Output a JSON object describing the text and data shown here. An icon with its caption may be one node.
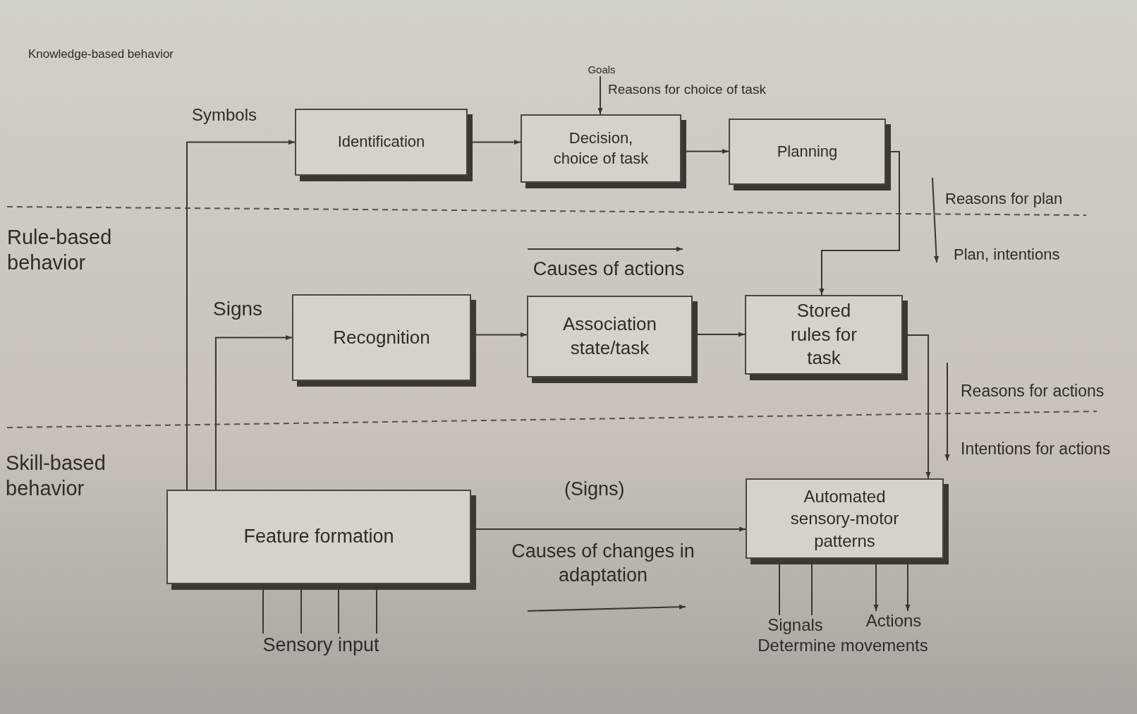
{
  "diagram": {
    "nodes": [
      {
        "text": [
          "Identification"
        ]
      },
      {
        "text": [
          "Decision, choice of task"
        ]
      },
      {
        "text": [
          "Planning"
        ]
      },
      {
        "text": [
          "Recognition"
        ]
      },
      {
        "text": [
          "Association state/task"
        ]
      },
      {
        "text": [
          "Stored rules for task"
        ]
      },
      {
        "text": [
          "Feature formation"
        ]
      },
      {
        "text": [
          "Automated sensory-motor patterns"
        ]
      },
      {
        "text": [
          "Goals"
        ]
      },
      {
        "text": [
          "Sensory input"
        ]
      },
      {
        "text": [
          "Signals"
        ]
      },
      {
        "text": [
          "Actions"
        ]
      }
    ],
    "edges": [
      {
        "from": 6,
        "to": 0,
        "arrow": "to",
        "label": "Symbols"
      },
      {
        "from": 6,
        "to": 3,
        "arrow": "to",
        "label": "Signs"
      },
      {
        "from": 0,
        "to": 1,
        "arrow": "to"
      },
      {
        "from": 1,
        "to": 2,
        "arrow": "to"
      },
      {
        "from": 3,
        "to": 4,
        "arrow": "to"
      },
      {
        "from": 4,
        "to": 5,
        "arrow": "to"
      },
      {
        "from": 2,
        "to": 5,
        "arrow": "to"
      },
      {
        "from": 5,
        "to": 7,
        "arrow": "to"
      },
      {
        "from": 6,
        "to": 7,
        "arrow": "to",
        "label": "(Signs)"
      },
      {
        "from": 8,
        "to": 1,
        "arrow": "to"
      },
      {
        "from": 9,
        "to": 6,
        "arrow": "none"
      },
      {
        "from": 9,
        "to": 6,
        "arrow": "none"
      },
      {
        "from": 9,
        "to": 6,
        "arrow": "none"
      },
      {
        "from": 9,
        "to": 6,
        "arrow": "none"
      },
      {
        "from": 10,
        "to": 7,
        "arrow": "none"
      },
      {
        "from": 10,
        "to": 7,
        "arrow": "none"
      },
      {
        "from": 7,
        "to": 11,
        "arrow": "to"
      },
      {
        "from": 7,
        "to": 11,
        "arrow": "to"
      }
    ],
    "labels": [
      "Knowledge-based behavior",
      "Reasons for choice of task",
      "Rule-based behavior",
      "Reasons for plan",
      "Plan, intentions",
      "Causes of actions",
      "Reasons for actions",
      "Skill-based behavior",
      "Intentions for actions",
      "Causes of changes in adaptation",
      "Determine movements"
    ]
  }
}
